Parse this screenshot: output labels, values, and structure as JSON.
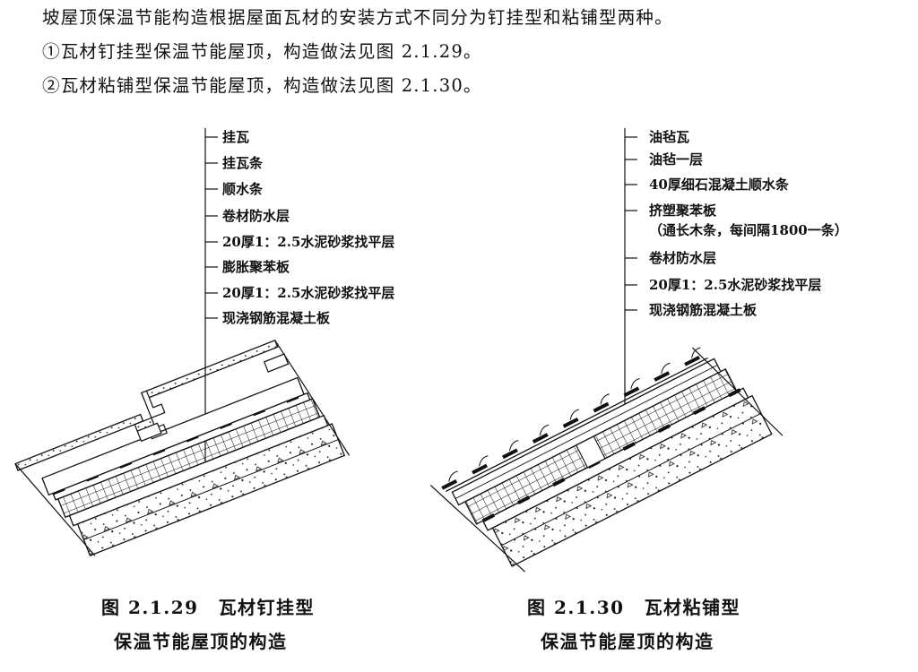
{
  "document": {
    "paragraphs": [
      "坡屋顶保温节能构造根据屋面瓦材的安装方式不同分为钉挂型和粘铺型两种。",
      "①瓦材钉挂型保温节能屋顶，构造做法见图 2.1.29。",
      "②瓦材粘铺型保温节能屋顶，构造做法见图 2.1.30。"
    ]
  },
  "figures": [
    {
      "id": "fig-2-1-29",
      "labels": [
        "挂瓦",
        "挂瓦条",
        "顺水条",
        "卷材防水层",
        "20厚1：2.5水泥砂浆找平层",
        "膨胀聚苯板",
        "20厚1：2.5水泥砂浆找平层",
        "现浇钢筋混凝土板"
      ],
      "caption_number": "图 2.1.29",
      "caption_line1": "瓦材钉挂型",
      "caption_line2": "保温节能屋顶的构造"
    },
    {
      "id": "fig-2-1-30",
      "labels": [
        "油毡瓦",
        "油毡一层",
        "40厚细石混凝土顺水条",
        "挤塑聚苯板",
        "（通长木条，每间隔1800一条）",
        "卷材防水层",
        "20厚1：2.5水泥砂浆找平层",
        "现浇钢筋混凝土板"
      ],
      "caption_number": "图 2.1.30",
      "caption_line1": "瓦材粘铺型",
      "caption_line2": "保温节能屋顶的构造"
    }
  ],
  "colors": {
    "ink": "#111111",
    "background": "#ffffff"
  }
}
